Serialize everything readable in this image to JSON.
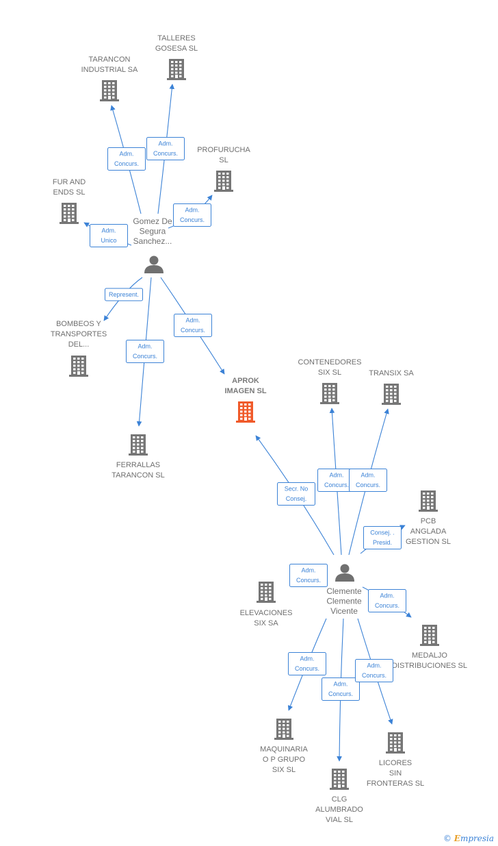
{
  "colors": {
    "edge": "#3b82d6",
    "company": "#767676",
    "highlight": "#f05a2a",
    "person": "#707070"
  },
  "companies": [
    {
      "id": "talleres",
      "lines": [
        "TALLERES",
        "GOSESA  SL"
      ],
      "icon": "building-icon"
    },
    {
      "id": "tarancon_ind",
      "lines": [
        "TARANCON",
        "INDUSTRIAL SA"
      ],
      "icon": "building-icon"
    },
    {
      "id": "profurucha",
      "lines": [
        "PROFURUCHA",
        "SL"
      ],
      "icon": "building-icon"
    },
    {
      "id": "fur",
      "lines": [
        "FUR AND",
        "ENDS SL"
      ],
      "icon": "building-icon"
    },
    {
      "id": "bombeos",
      "lines": [
        "BOMBEOS Y",
        "TRANSPORTES",
        "DEL..."
      ],
      "icon": "building-icon"
    },
    {
      "id": "ferrallas",
      "lines": [
        "FERRALLAS",
        "TARANCON  SL"
      ],
      "icon": "building-icon"
    },
    {
      "id": "aprok",
      "lines": [
        "APROK",
        "IMAGEN  SL"
      ],
      "icon": "building-icon",
      "highlight": true
    },
    {
      "id": "contenedores",
      "lines": [
        "CONTENEDORES",
        "SIX SL"
      ],
      "icon": "building-icon"
    },
    {
      "id": "transix",
      "lines": [
        "TRANSIX SA"
      ],
      "icon": "building-icon"
    },
    {
      "id": "pcb",
      "lines": [
        "PCB",
        "ANGLADA",
        "GESTION  SL"
      ],
      "icon": "building-icon"
    },
    {
      "id": "elevaciones",
      "lines": [
        "ELEVACIONES",
        "SIX SA"
      ],
      "icon": "building-icon"
    },
    {
      "id": "medaljo",
      "lines": [
        "MEDALJO",
        "DISTRIBUCIONES SL"
      ],
      "icon": "building-icon"
    },
    {
      "id": "maquinaria",
      "lines": [
        "MAQUINARIA",
        "O P GRUPO",
        "SIX SL"
      ],
      "icon": "building-icon"
    },
    {
      "id": "clg",
      "lines": [
        "CLG",
        "ALUMBRADO",
        "VIAL SL"
      ],
      "icon": "building-icon"
    },
    {
      "id": "licores",
      "lines": [
        "LICORES",
        "SIN",
        "FRONTERAS SL"
      ],
      "icon": "building-icon"
    }
  ],
  "persons": [
    {
      "id": "gomez",
      "lines": [
        "Gomez De",
        "Segura",
        "Sanchez..."
      ],
      "icon": "person-icon"
    },
    {
      "id": "clemente",
      "lines": [
        "Clemente",
        "Clemente",
        "Vicente"
      ],
      "icon": "person-icon"
    }
  ],
  "edges": [
    {
      "from": "gomez",
      "to": "tarancon_ind",
      "label": [
        "Adm.",
        "Concurs."
      ]
    },
    {
      "from": "gomez",
      "to": "talleres",
      "label": [
        "Adm.",
        "Concurs."
      ]
    },
    {
      "from": "gomez",
      "to": "profurucha",
      "label": [
        "Adm.",
        "Concurs."
      ]
    },
    {
      "from": "gomez",
      "to": "fur",
      "label": [
        "Adm.",
        "Unico"
      ]
    },
    {
      "from": "gomez",
      "to": "bombeos",
      "label": [
        "Represent."
      ]
    },
    {
      "from": "gomez",
      "to": "ferrallas",
      "label": [
        "Adm.",
        "Concurs."
      ]
    },
    {
      "from": "gomez",
      "to": "aprok",
      "label": [
        "Adm.",
        "Concurs."
      ]
    },
    {
      "from": "clemente",
      "to": "aprok",
      "label": [
        "Secr.  No",
        "Consej."
      ]
    },
    {
      "from": "clemente",
      "to": "contenedores",
      "label": [
        "Adm.",
        "Concurs."
      ]
    },
    {
      "from": "clemente",
      "to": "transix",
      "label": [
        "Adm.",
        "Concurs."
      ]
    },
    {
      "from": "clemente",
      "to": "pcb",
      "label": [
        "Consej. .",
        "Presid."
      ]
    },
    {
      "from": "clemente",
      "to": "elevaciones",
      "label": [
        "Adm.",
        "Concurs."
      ]
    },
    {
      "from": "clemente",
      "to": "medaljo",
      "label": [
        "Adm.",
        "Concurs."
      ]
    },
    {
      "from": "clemente",
      "to": "maquinaria",
      "label": [
        "Adm.",
        "Concurs."
      ]
    },
    {
      "from": "clemente",
      "to": "clg",
      "label": [
        "Adm.",
        "Concurs."
      ]
    },
    {
      "from": "clemente",
      "to": "licores",
      "label": [
        "Adm.",
        "Concurs."
      ]
    }
  ],
  "footer": {
    "copyright_symbol": "©",
    "brand_initial": "E",
    "brand_rest": "mpresia"
  }
}
